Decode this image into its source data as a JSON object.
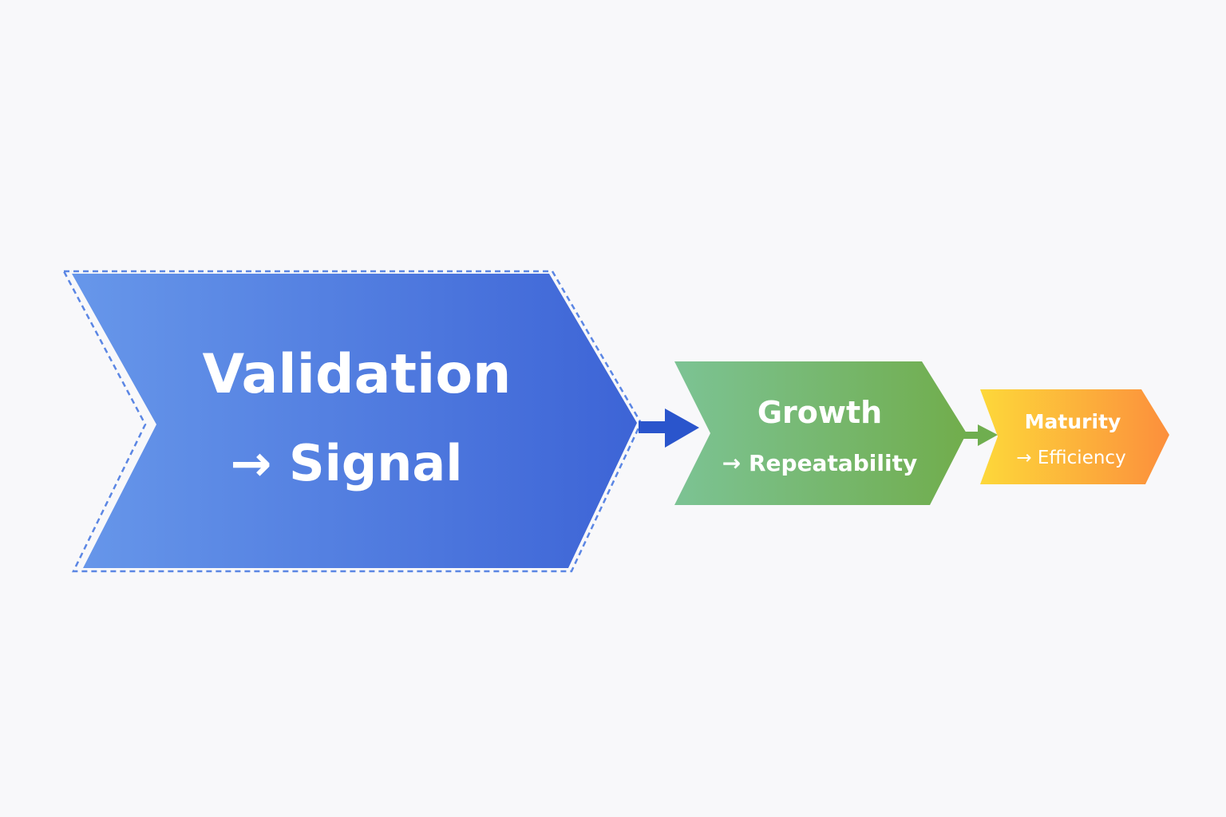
{
  "stages": [
    {
      "title": "Validation",
      "subtitle": "→ Signal",
      "color_from": "#6797ea",
      "color_to": "#3d64d6",
      "highlighted": true,
      "outline_color": "#5b86e4"
    },
    {
      "title": "Growth",
      "subtitle": "→ Repeatability",
      "color_from": "#7cc394",
      "color_to": "#71ad4c"
    },
    {
      "title": "Maturity",
      "subtitle": "→ Efficiency",
      "color_from": "#fdd83a",
      "color_to": "#fc8f3c"
    }
  ],
  "connectors": [
    {
      "from": "Validation",
      "to": "Growth",
      "color": "#2a55cc"
    },
    {
      "from": "Growth",
      "to": "Maturity",
      "color": "#6fae4f"
    }
  ]
}
